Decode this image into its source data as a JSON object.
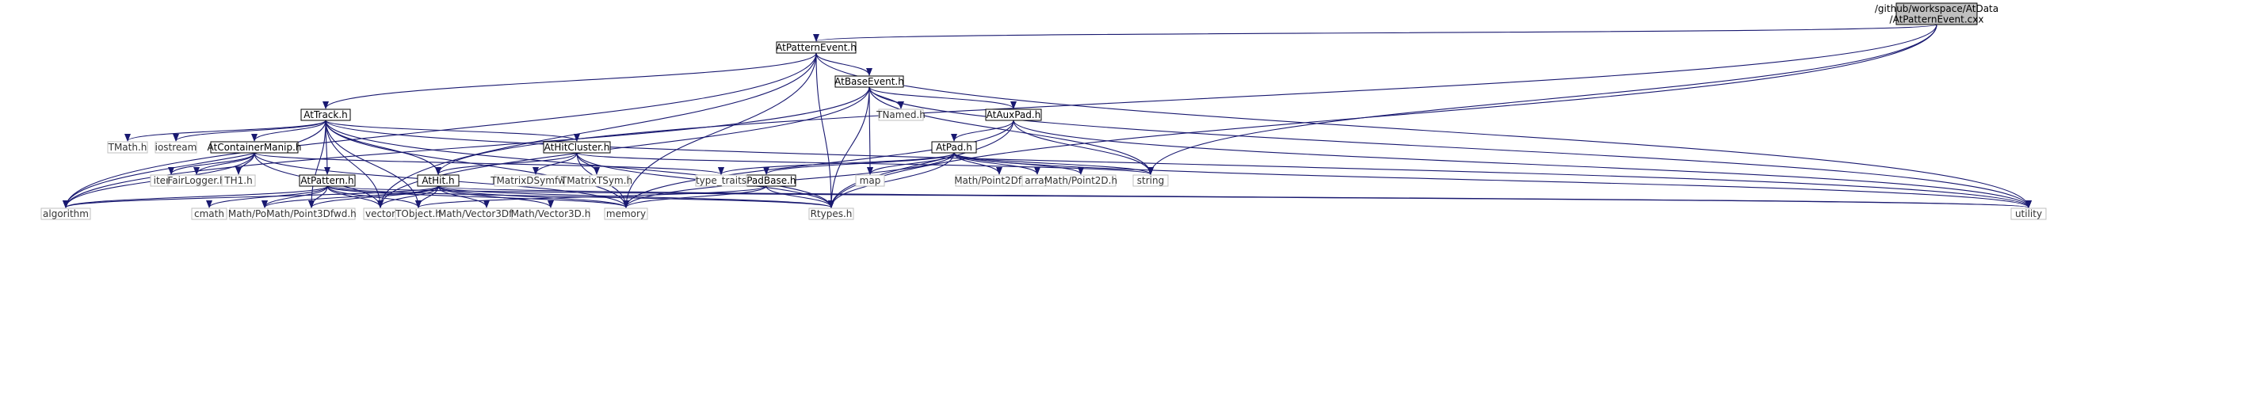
{
  "title": "/github/workspace/AtData/AtPatternEvent.cxx",
  "colors": {
    "root_fill": "#bfbfbf",
    "doc_fill": "#ffffff",
    "doc_border": "#000000",
    "ext_border": "#bfbfbf",
    "ext_text": "#333333",
    "doc_text": "#000000",
    "edge": "#191970"
  },
  "nodes": [
    {
      "id": "root",
      "lines": [
        "/github/workspace/AtData",
        "/AtPatternEvent.cxx"
      ],
      "kind": "root"
    },
    {
      "id": "AtPatternEvent.h",
      "lines": [
        "AtPatternEvent.h"
      ],
      "kind": "doc"
    },
    {
      "id": "AtBaseEvent.h",
      "lines": [
        "AtBaseEvent.h"
      ],
      "kind": "doc"
    },
    {
      "id": "AtTrack.h",
      "lines": [
        "AtTrack.h"
      ],
      "kind": "doc"
    },
    {
      "id": "AtAuxPad.h",
      "lines": [
        "AtAuxPad.h"
      ],
      "kind": "doc"
    },
    {
      "id": "AtPad.h",
      "lines": [
        "AtPad.h"
      ],
      "kind": "doc"
    },
    {
      "id": "AtContainerManip.h",
      "lines": [
        "AtContainerManip.h"
      ],
      "kind": "doc"
    },
    {
      "id": "AtHitCluster.h",
      "lines": [
        "AtHitCluster.h"
      ],
      "kind": "doc"
    },
    {
      "id": "AtHit.h",
      "lines": [
        "AtHit.h"
      ],
      "kind": "doc"
    },
    {
      "id": "AtPattern.h",
      "lines": [
        "AtPattern.h"
      ],
      "kind": "doc"
    },
    {
      "id": "AtPadBase.h",
      "lines": [
        "AtPadBase.h"
      ],
      "kind": "doc"
    },
    {
      "id": "TNamed.h",
      "lines": [
        "TNamed.h"
      ],
      "kind": "ext"
    },
    {
      "id": "TMath.h",
      "lines": [
        "TMath.h"
      ],
      "kind": "ext"
    },
    {
      "id": "iostream",
      "lines": [
        "iostream"
      ],
      "kind": "ext"
    },
    {
      "id": "iterator",
      "lines": [
        "iterator"
      ],
      "kind": "ext"
    },
    {
      "id": "FairLogger.h",
      "lines": [
        "FairLogger.h"
      ],
      "kind": "ext"
    },
    {
      "id": "TH1.h",
      "lines": [
        "TH1.h"
      ],
      "kind": "ext"
    },
    {
      "id": "TMatrixDSymfwd.h",
      "lines": [
        "TMatrixDSymfwd.h"
      ],
      "kind": "ext"
    },
    {
      "id": "TMatrixTSym.h",
      "lines": [
        "TMatrixTSym.h"
      ],
      "kind": "ext"
    },
    {
      "id": "type_traits",
      "lines": [
        "type_traits"
      ],
      "kind": "ext"
    },
    {
      "id": "map",
      "lines": [
        "map"
      ],
      "kind": "ext"
    },
    {
      "id": "Math/Point2Dfwd.h",
      "lines": [
        "Math/Point2Dfwd.h"
      ],
      "kind": "ext"
    },
    {
      "id": "array",
      "lines": [
        "array"
      ],
      "kind": "ext"
    },
    {
      "id": "Math/Point2D.h",
      "lines": [
        "Math/Point2D.h"
      ],
      "kind": "ext"
    },
    {
      "id": "string",
      "lines": [
        "string"
      ],
      "kind": "ext"
    },
    {
      "id": "algorithm",
      "lines": [
        "algorithm"
      ],
      "kind": "ext"
    },
    {
      "id": "cmath",
      "lines": [
        "cmath"
      ],
      "kind": "ext"
    },
    {
      "id": "Math/Point3D.h",
      "lines": [
        "Math/Point3D.h"
      ],
      "kind": "ext"
    },
    {
      "id": "Math/Point3Dfwd.h",
      "lines": [
        "Math/Point3Dfwd.h"
      ],
      "kind": "ext"
    },
    {
      "id": "vector",
      "lines": [
        "vector"
      ],
      "kind": "ext"
    },
    {
      "id": "TObject.h",
      "lines": [
        "TObject.h"
      ],
      "kind": "ext"
    },
    {
      "id": "Math/Vector3Dfwd.h",
      "lines": [
        "Math/Vector3Dfwd.h"
      ],
      "kind": "ext"
    },
    {
      "id": "Math/Vector3D.h",
      "lines": [
        "Math/Vector3D.h"
      ],
      "kind": "ext"
    },
    {
      "id": "memory",
      "lines": [
        "memory"
      ],
      "kind": "ext"
    },
    {
      "id": "Rtypes.h",
      "lines": [
        "Rtypes.h"
      ],
      "kind": "ext"
    },
    {
      "id": "utility",
      "lines": [
        "utility"
      ],
      "kind": "ext"
    }
  ],
  "edges": [
    [
      "root",
      "AtPatternEvent.h"
    ],
    [
      "root",
      "AtHit.h"
    ],
    [
      "root",
      "string"
    ],
    [
      "root",
      "Rtypes.h"
    ],
    [
      "AtPatternEvent.h",
      "AtBaseEvent.h"
    ],
    [
      "AtPatternEvent.h",
      "AtTrack.h"
    ],
    [
      "AtPatternEvent.h",
      "algorithm"
    ],
    [
      "AtPatternEvent.h",
      "vector"
    ],
    [
      "AtPatternEvent.h",
      "memory"
    ],
    [
      "AtPatternEvent.h",
      "Rtypes.h"
    ],
    [
      "AtPatternEvent.h",
      "utility"
    ],
    [
      "AtBaseEvent.h",
      "TNamed.h"
    ],
    [
      "AtBaseEvent.h",
      "AtAuxPad.h"
    ],
    [
      "AtBaseEvent.h",
      "map"
    ],
    [
      "AtBaseEvent.h",
      "string"
    ],
    [
      "AtBaseEvent.h",
      "Rtypes.h"
    ],
    [
      "AtBaseEvent.h",
      "vector"
    ],
    [
      "AtBaseEvent.h",
      "algorithm"
    ],
    [
      "AtBaseEvent.h",
      "utility"
    ],
    [
      "AtTrack.h",
      "TMath.h"
    ],
    [
      "AtTrack.h",
      "iostream"
    ],
    [
      "AtTrack.h",
      "AtContainerManip.h"
    ],
    [
      "AtTrack.h",
      "AtHitCluster.h"
    ],
    [
      "AtTrack.h",
      "AtHit.h"
    ],
    [
      "AtTrack.h",
      "AtPattern.h"
    ],
    [
      "AtTrack.h",
      "algorithm"
    ],
    [
      "AtTrack.h",
      "memory"
    ],
    [
      "AtTrack.h",
      "vector"
    ],
    [
      "AtTrack.h",
      "TObject.h"
    ],
    [
      "AtTrack.h",
      "Rtypes.h"
    ],
    [
      "AtTrack.h",
      "Math/Point3Dfwd.h"
    ],
    [
      "AtTrack.h",
      "utility"
    ],
    [
      "AtAuxPad.h",
      "AtPad.h"
    ],
    [
      "AtAuxPad.h",
      "string"
    ],
    [
      "AtAuxPad.h",
      "memory"
    ],
    [
      "AtAuxPad.h",
      "Rtypes.h"
    ],
    [
      "AtAuxPad.h",
      "utility"
    ],
    [
      "AtPad.h",
      "AtPadBase.h"
    ],
    [
      "AtPad.h",
      "type_traits"
    ],
    [
      "AtPad.h",
      "map"
    ],
    [
      "AtPad.h",
      "Math/Point2Dfwd.h"
    ],
    [
      "AtPad.h",
      "array"
    ],
    [
      "AtPad.h",
      "Math/Point2D.h"
    ],
    [
      "AtPad.h",
      "string"
    ],
    [
      "AtPad.h",
      "memory"
    ],
    [
      "AtPad.h",
      "Rtypes.h"
    ],
    [
      "AtPad.h",
      "utility"
    ],
    [
      "AtContainerManip.h",
      "iterator"
    ],
    [
      "AtContainerManip.h",
      "FairLogger.h"
    ],
    [
      "AtContainerManip.h",
      "TH1.h"
    ],
    [
      "AtContainerManip.h",
      "algorithm"
    ],
    [
      "AtContainerManip.h",
      "memory"
    ],
    [
      "AtContainerManip.h",
      "vector"
    ],
    [
      "AtContainerManip.h",
      "type_traits"
    ],
    [
      "AtHitCluster.h",
      "AtHit.h"
    ],
    [
      "AtHitCluster.h",
      "TMatrixDSymfwd.h"
    ],
    [
      "AtHitCluster.h",
      "TMatrixTSym.h"
    ],
    [
      "AtHitCluster.h",
      "memory"
    ],
    [
      "AtHitCluster.h",
      "Rtypes.h"
    ],
    [
      "AtHitCluster.h",
      "string"
    ],
    [
      "AtHit.h",
      "algorithm"
    ],
    [
      "AtHit.h",
      "Math/Point3D.h"
    ],
    [
      "AtHit.h",
      "Math/Point3Dfwd.h"
    ],
    [
      "AtHit.h",
      "vector"
    ],
    [
      "AtHit.h",
      "TObject.h"
    ],
    [
      "AtHit.h",
      "Math/Vector3Dfwd.h"
    ],
    [
      "AtHit.h",
      "Math/Vector3D.h"
    ],
    [
      "AtHit.h",
      "memory"
    ],
    [
      "AtHit.h",
      "Rtypes.h"
    ],
    [
      "AtHit.h",
      "utility"
    ],
    [
      "AtPattern.h",
      "algorithm"
    ],
    [
      "AtPattern.h",
      "cmath"
    ],
    [
      "AtPattern.h",
      "Math/Point3D.h"
    ],
    [
      "AtPattern.h",
      "Math/Point3Dfwd.h"
    ],
    [
      "AtPattern.h",
      "vector"
    ],
    [
      "AtPattern.h",
      "TObject.h"
    ],
    [
      "AtPattern.h",
      "memory"
    ],
    [
      "AtPattern.h",
      "Rtypes.h"
    ],
    [
      "AtPattern.h",
      "utility"
    ],
    [
      "AtPadBase.h",
      "TObject.h"
    ],
    [
      "AtPadBase.h",
      "memory"
    ],
    [
      "AtPadBase.h",
      "Rtypes.h"
    ]
  ]
}
